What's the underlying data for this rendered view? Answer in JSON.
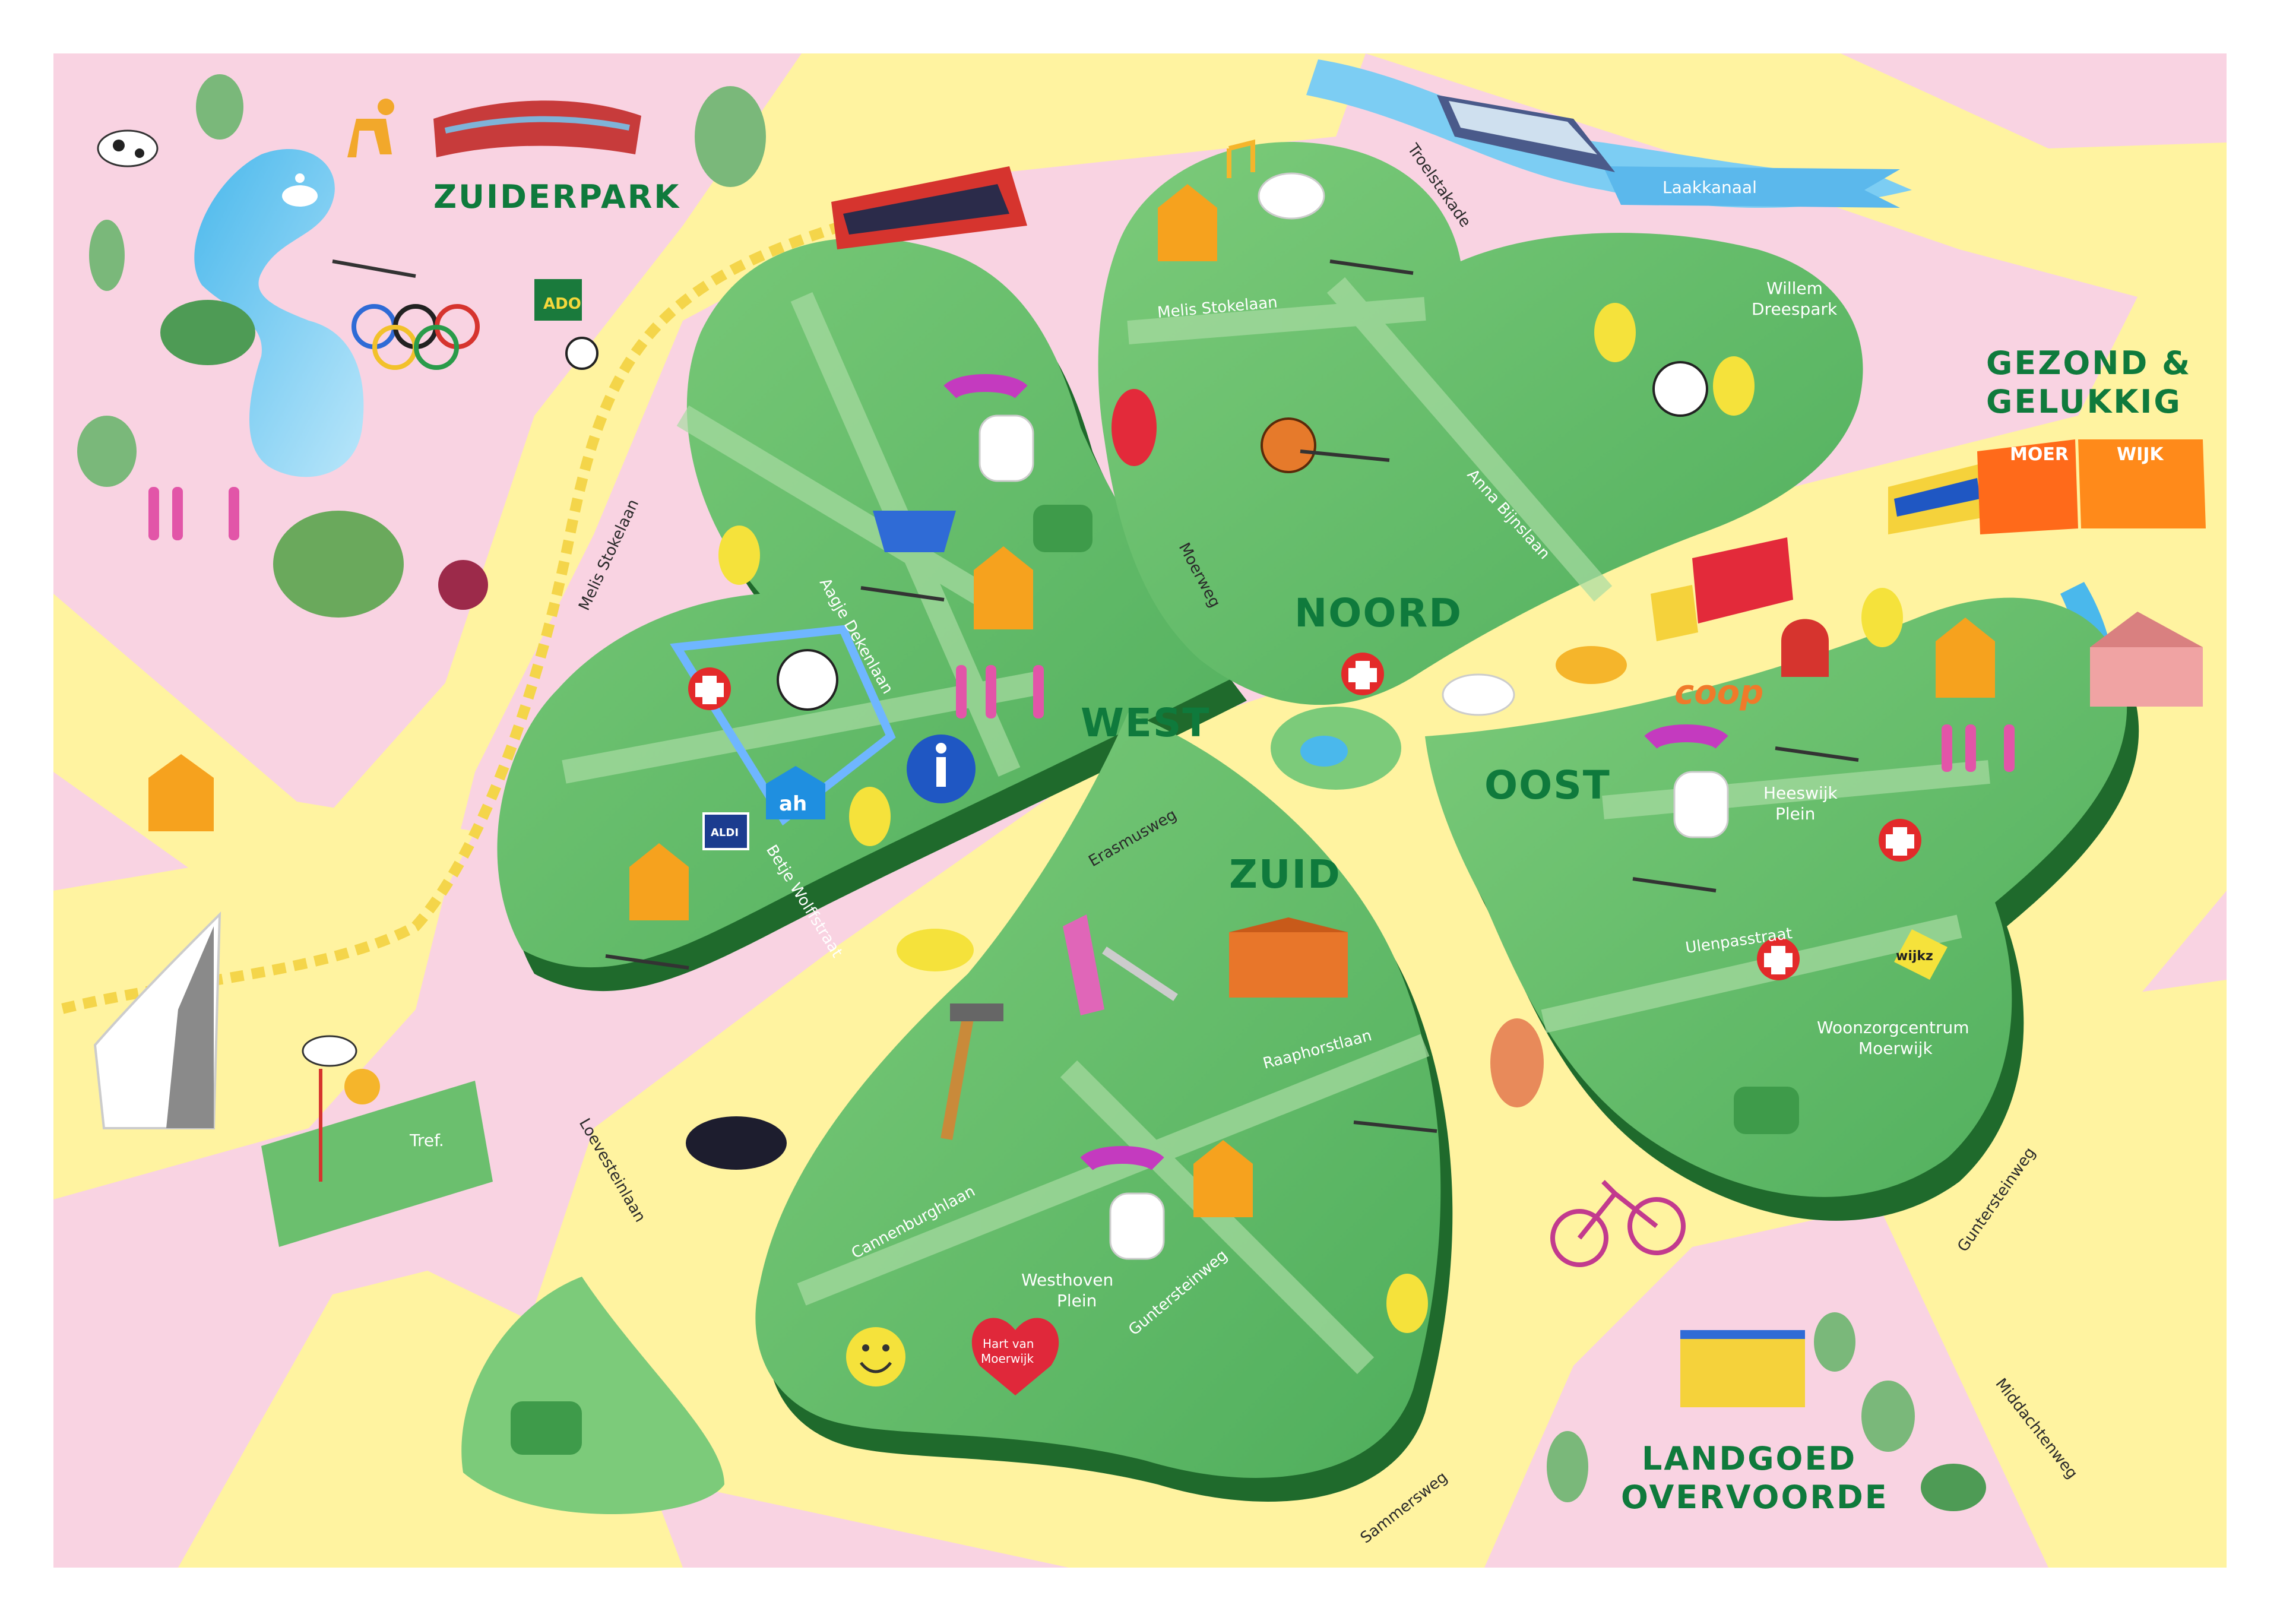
{
  "title": {
    "line1": "GEZOND &",
    "line2": "GELUKKIG"
  },
  "moerwijk_sign": {
    "left": "MOER",
    "right": "WIJK"
  },
  "districts": {
    "west": "WEST",
    "noord": "NOORD",
    "oost": "OOST",
    "zuid": "ZUID"
  },
  "places": {
    "zuiderpark": "ZUIDERPARK",
    "landgoed_1": "LANDGOED",
    "landgoed_2": "OVERVOORDE",
    "tref": "Tref.",
    "willem_1": "Willem",
    "willem_2": "Dreespark",
    "heeswijk_1": "Heeswijk",
    "heeswijk_2": "Plein",
    "westhoven_1": "Westhoven",
    "westhoven_2": "Plein",
    "woonzorg_1": "Woonzorgcentrum",
    "woonzorg_2": "Moerwijk",
    "laakkanaal": "Laakkanaal"
  },
  "streets": {
    "melis_stokelaan_west": "Melis Stokelaan",
    "melis_stokelaan_noord": "Melis Stokelaan",
    "troelstrakade": "Troelstakade",
    "aagje_dekenlaan": "Aagje Dekenlaan",
    "moerweg": "Moerweg",
    "anna_bijnslaan": "Anna Bijnslaan",
    "erasmusweg": "Erasmusweg",
    "betje_wolffstraat": "Betje Wolffstraat",
    "ulenpasstraat": "Ulenpasstraat",
    "raaphorstlaan": "Raaphorstlaan",
    "loevesteinlaan": "Loevesteinlaan",
    "cannenburghlaan": "Cannenburghlaan",
    "guntersteinweg_zuid": "Guntersteinweg",
    "guntersteinweg_oost": "Guntersteinweg",
    "middachtenweg": "Middachtenweg",
    "sammersweg": "Sammersweg"
  },
  "logos": {
    "ado": "ADO",
    "coop": "coop",
    "wijkz": "wijkz",
    "aldi": "ALDI",
    "ah": "ah",
    "hart_1": "Hart van",
    "hart_2": "Moerwijk"
  },
  "colors": {
    "pink_bg": "#f9d3e2",
    "yellow_road": "#fff3a0",
    "green_leaf": "#6bbf6e",
    "green_dark": "#2e8b3d",
    "green_text": "#0f7a3c",
    "water": "#5bc4ee",
    "orange": "#ff7a1a"
  },
  "icons": [
    "cow-icon",
    "deer-icon",
    "tree-icon",
    "swan-icon",
    "stadium-icon",
    "tram-icon",
    "boat-icon",
    "soccer-ball-icon",
    "basketball-icon",
    "owl-icon",
    "church-icon",
    "seesaw-icon",
    "walkers-icon",
    "coffee-cup-icon",
    "medical-cross-icon",
    "info-icon",
    "truck-icon",
    "car-icon",
    "bicycle-icon",
    "stork-icon",
    "olympic-rings-icon",
    "music-note-icon",
    "palette-icon",
    "hammer-icon",
    "smiley-icon",
    "heart-icon",
    "manor-icon",
    "train-icon",
    "slide-icon"
  ]
}
